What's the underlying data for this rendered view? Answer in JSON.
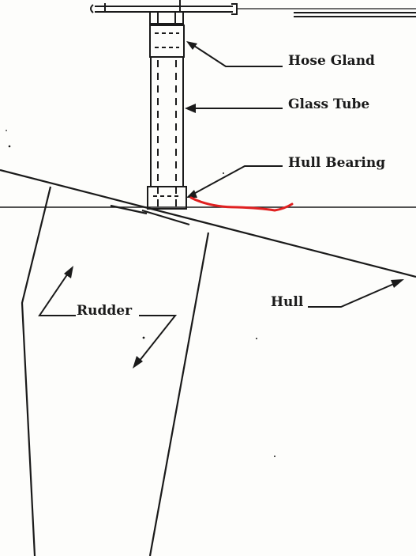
{
  "labels": {
    "hose_gland": "Hose Gland",
    "glass_tube": "Glass Tube",
    "hull_bearing": "Hull Bearing",
    "rudder": "Rudder",
    "hull": "Hull"
  },
  "colors": {
    "ink": "#1a1a1a",
    "annotation": "#e02020",
    "paper": "#fdfdfb"
  }
}
